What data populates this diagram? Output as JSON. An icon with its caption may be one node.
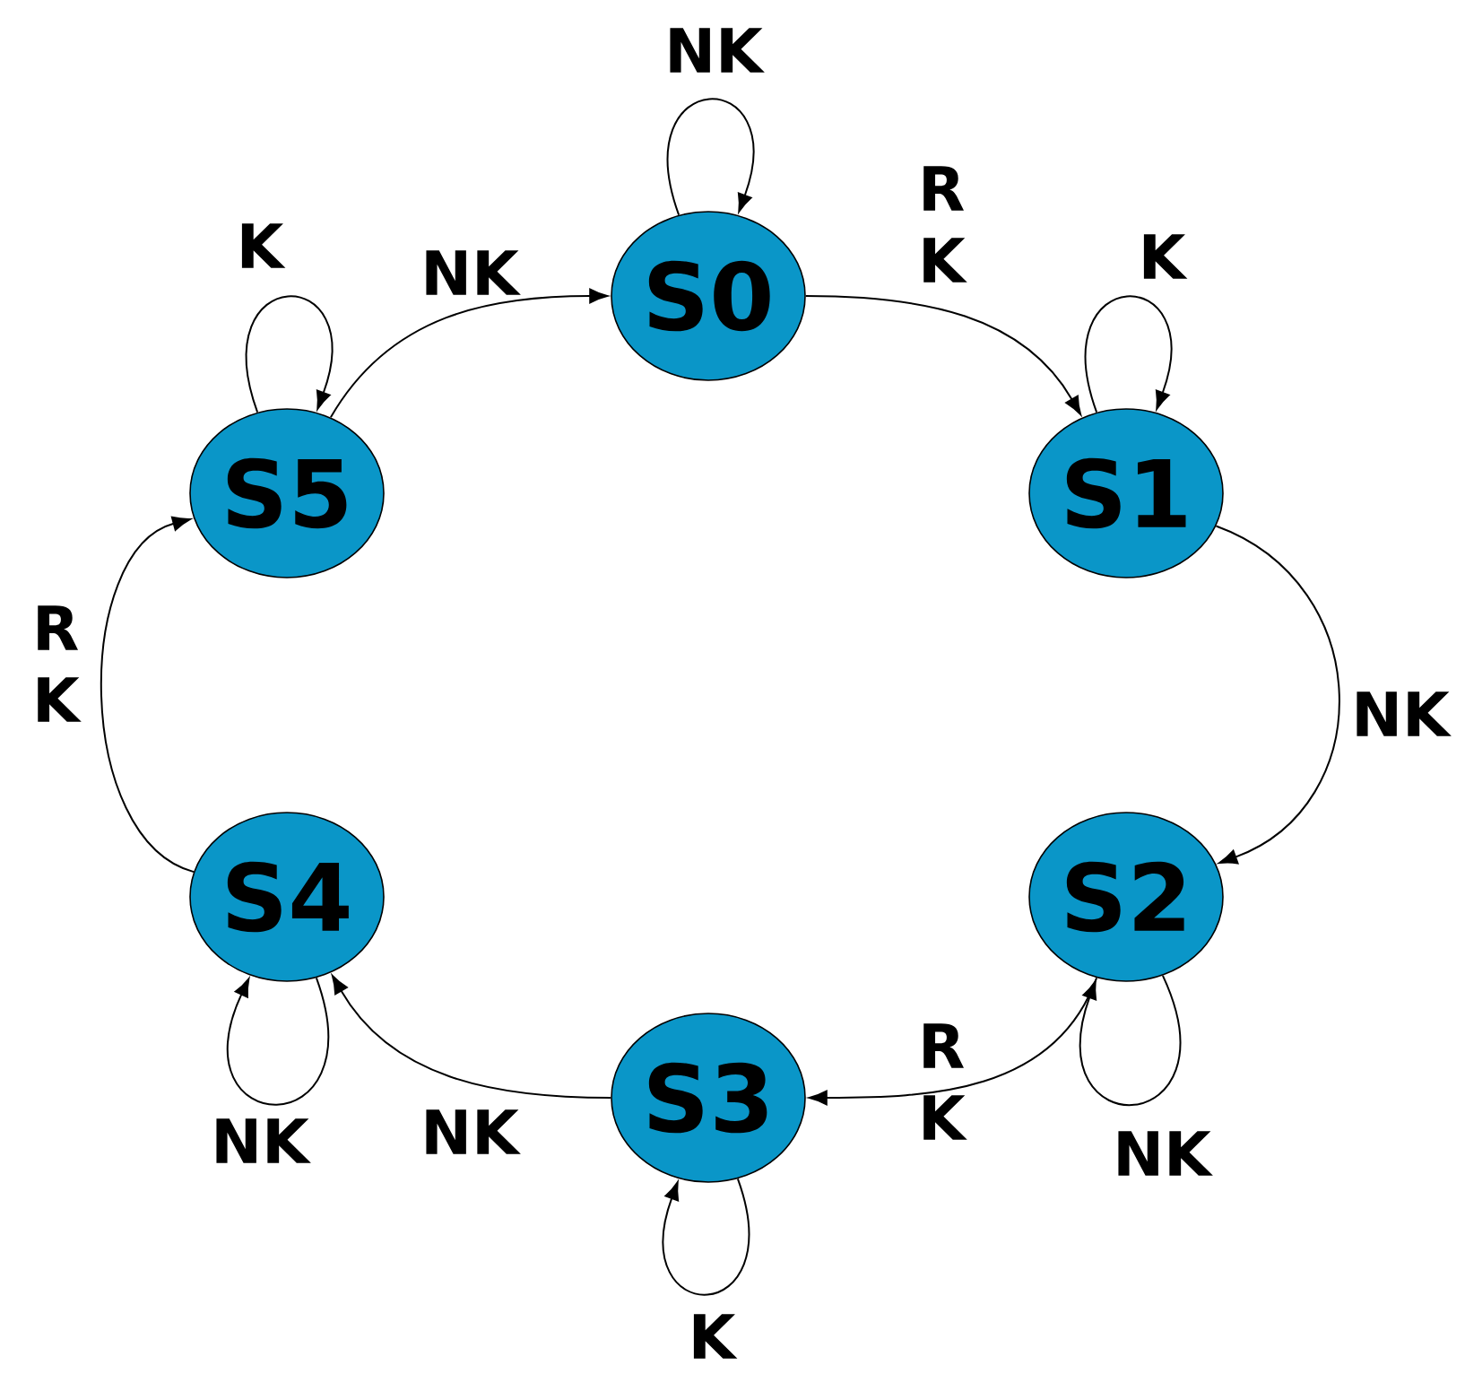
{
  "diagram": {
    "nodes": [
      {
        "text": [
          "S0"
        ]
      },
      {
        "text": [
          "S1"
        ]
      },
      {
        "text": [
          "S2"
        ]
      },
      {
        "text": [
          "S3"
        ]
      },
      {
        "text": [
          "S4"
        ]
      },
      {
        "text": [
          "S5"
        ]
      }
    ],
    "edges": [
      {
        "from": 0,
        "to": 0,
        "arrow": "to",
        "label": "NK"
      },
      {
        "from": 0,
        "to": 1,
        "arrow": "to",
        "label": "R K"
      },
      {
        "from": 1,
        "to": 1,
        "arrow": "to",
        "label": "K"
      },
      {
        "from": 1,
        "to": 2,
        "arrow": "to",
        "label": "NK"
      },
      {
        "from": 2,
        "to": 2,
        "arrow": "to",
        "label": "NK"
      },
      {
        "from": 2,
        "to": 3,
        "arrow": "to",
        "label": "R K"
      },
      {
        "from": 3,
        "to": 3,
        "arrow": "to",
        "label": "K"
      },
      {
        "from": 3,
        "to": 4,
        "arrow": "to",
        "label": "NK"
      },
      {
        "from": 4,
        "to": 4,
        "arrow": "to",
        "label": "NK"
      },
      {
        "from": 4,
        "to": 5,
        "arrow": "to",
        "label": "R K"
      },
      {
        "from": 5,
        "to": 5,
        "arrow": "to",
        "label": "K"
      },
      {
        "from": 5,
        "to": 0,
        "arrow": "to",
        "label": "NK"
      }
    ]
  }
}
